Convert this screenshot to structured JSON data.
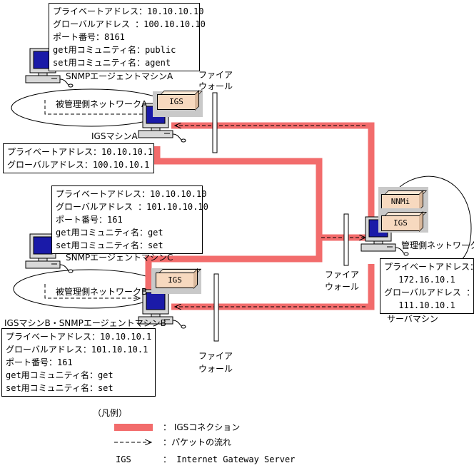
{
  "agent_a": {
    "info": [
      "プライベートアドレス：10.10.10.10",
      "グローバルアドレス ：100.10.10.10",
      "ポート番号：8161",
      "get用コミュニティ名：public",
      "set用コミュニティ名：agent"
    ],
    "label": "SNMPエージェントマシンA"
  },
  "network_a": "被管理側ネットワークA",
  "igs_a": {
    "box": "IGS",
    "label": "IGSマシンA",
    "info": [
      "プライベートアドレス：10.10.10.1",
      "グローバルアドレス：100.10.10.1"
    ]
  },
  "firewall_a": [
    "ファイア",
    "ウォール"
  ],
  "agent_c": {
    "info": [
      "プライベートアドレス：10.10.10.10",
      "グローバルアドレス ：101.10.10.10",
      "ポート番号：161",
      "get用コミュニティ名：get",
      "set用コミュニティ名：set"
    ],
    "label": "SNMPエージェントマシンC"
  },
  "network_b": "被管理側ネットワークB",
  "igs_b": {
    "box": "IGS",
    "label": "IGSマシンB・SNMPエージェントマシンB",
    "info": [
      "プライベートアドレス：10.10.10.1",
      "グローバルアドレス：101.10.10.1",
      "ポート番号：161",
      "get用コミュニティ名：get",
      "set用コミュニティ名：set"
    ]
  },
  "firewall_b": [
    "ファイア",
    "ウォール"
  ],
  "firewall_s": [
    "ファイア",
    "ウォール"
  ],
  "server": {
    "nnmi": "NNMi",
    "igs": "IGS",
    "network": "管理側ネットワーク",
    "info": [
      "プライベートアドレス：",
      "172.16.10.1",
      "グローバルアドレス ：",
      "111.10.10.1"
    ],
    "label": "サーバマシン"
  },
  "legend": {
    "title": "（凡例）",
    "igs_conn": "：  IGSコネクション",
    "packet": "：パケットの流れ",
    "igs_key": "IGS",
    "igs_def": "：  Internet Gateway Server"
  },
  "colors": {
    "connection": "#f26c6c",
    "box": "#f7d9bf",
    "shadow": "#c9c9c9",
    "monitor": "#1a1aa8"
  }
}
